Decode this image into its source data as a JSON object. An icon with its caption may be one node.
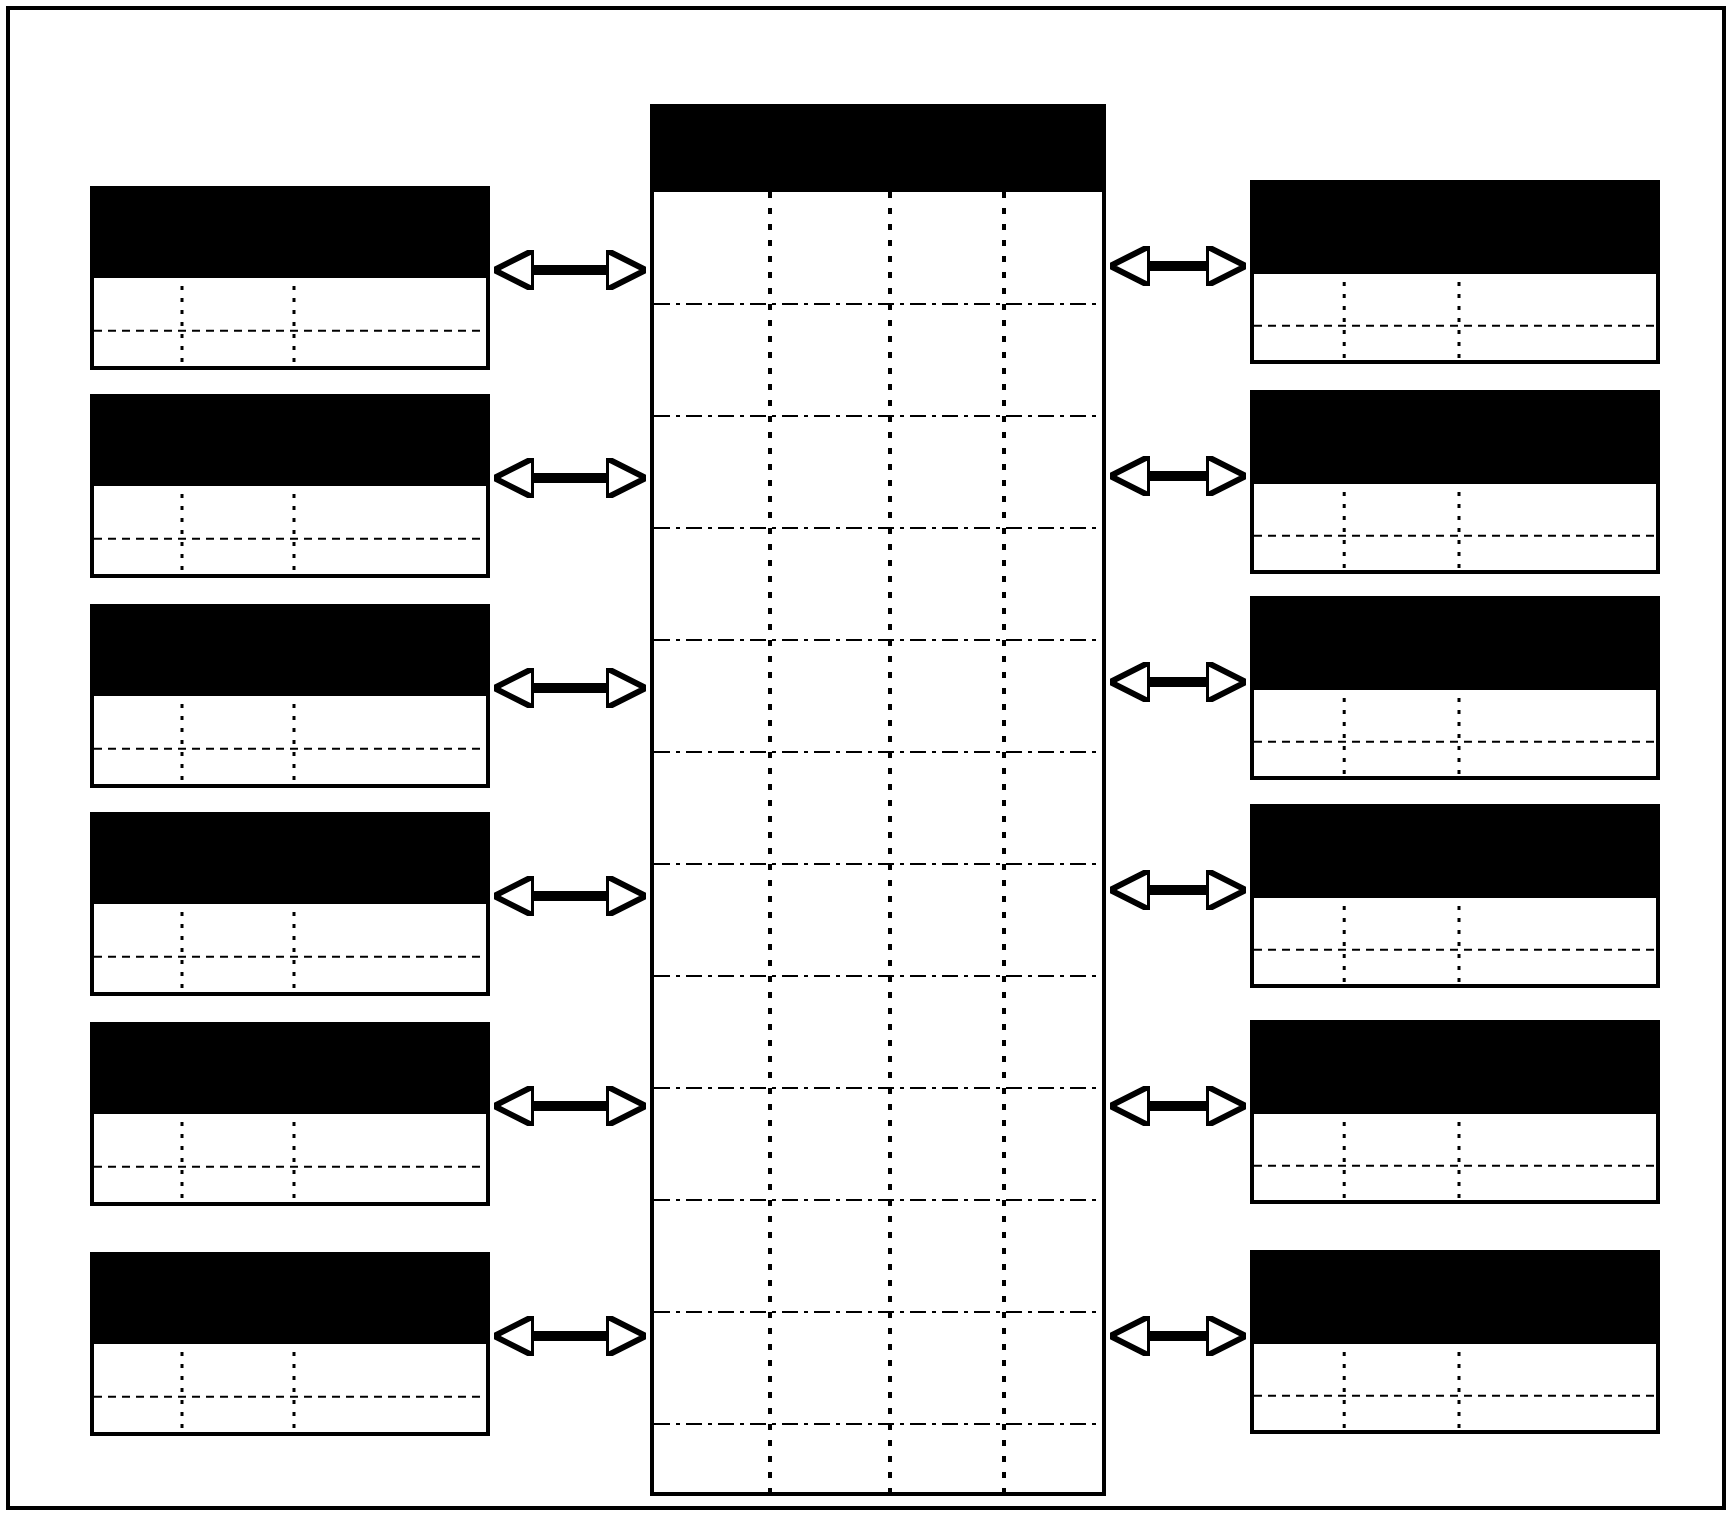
{
  "diagram": {
    "nodes": [
      {
        "text": [],
        "shape": "box"
      },
      {
        "text": [],
        "shape": "box"
      },
      {
        "text": [],
        "shape": "box"
      },
      {
        "text": [],
        "shape": "box"
      },
      {
        "text": [],
        "shape": "box"
      },
      {
        "text": [],
        "shape": "box"
      },
      {
        "text": [],
        "shape": "box"
      },
      {
        "text": [],
        "shape": "box"
      },
      {
        "text": [],
        "shape": "box"
      },
      {
        "text": [],
        "shape": "box"
      },
      {
        "text": [],
        "shape": "box"
      },
      {
        "text": [],
        "shape": "box"
      },
      {
        "text": [],
        "shape": "box"
      }
    ],
    "edges": [
      {
        "from": 1,
        "to": 0,
        "arrow": "both"
      },
      {
        "from": 2,
        "to": 0,
        "arrow": "both"
      },
      {
        "from": 3,
        "to": 0,
        "arrow": "both"
      },
      {
        "from": 4,
        "to": 0,
        "arrow": "both"
      },
      {
        "from": 5,
        "to": 0,
        "arrow": "both"
      },
      {
        "from": 6,
        "to": 0,
        "arrow": "both"
      },
      {
        "from": 0,
        "to": 7,
        "arrow": "both"
      },
      {
        "from": 0,
        "to": 8,
        "arrow": "both"
      },
      {
        "from": 0,
        "to": 9,
        "arrow": "both"
      },
      {
        "from": 0,
        "to": 10,
        "arrow": "both"
      },
      {
        "from": 0,
        "to": 11,
        "arrow": "both"
      },
      {
        "from": 0,
        "to": 12,
        "arrow": "both"
      }
    ]
  }
}
